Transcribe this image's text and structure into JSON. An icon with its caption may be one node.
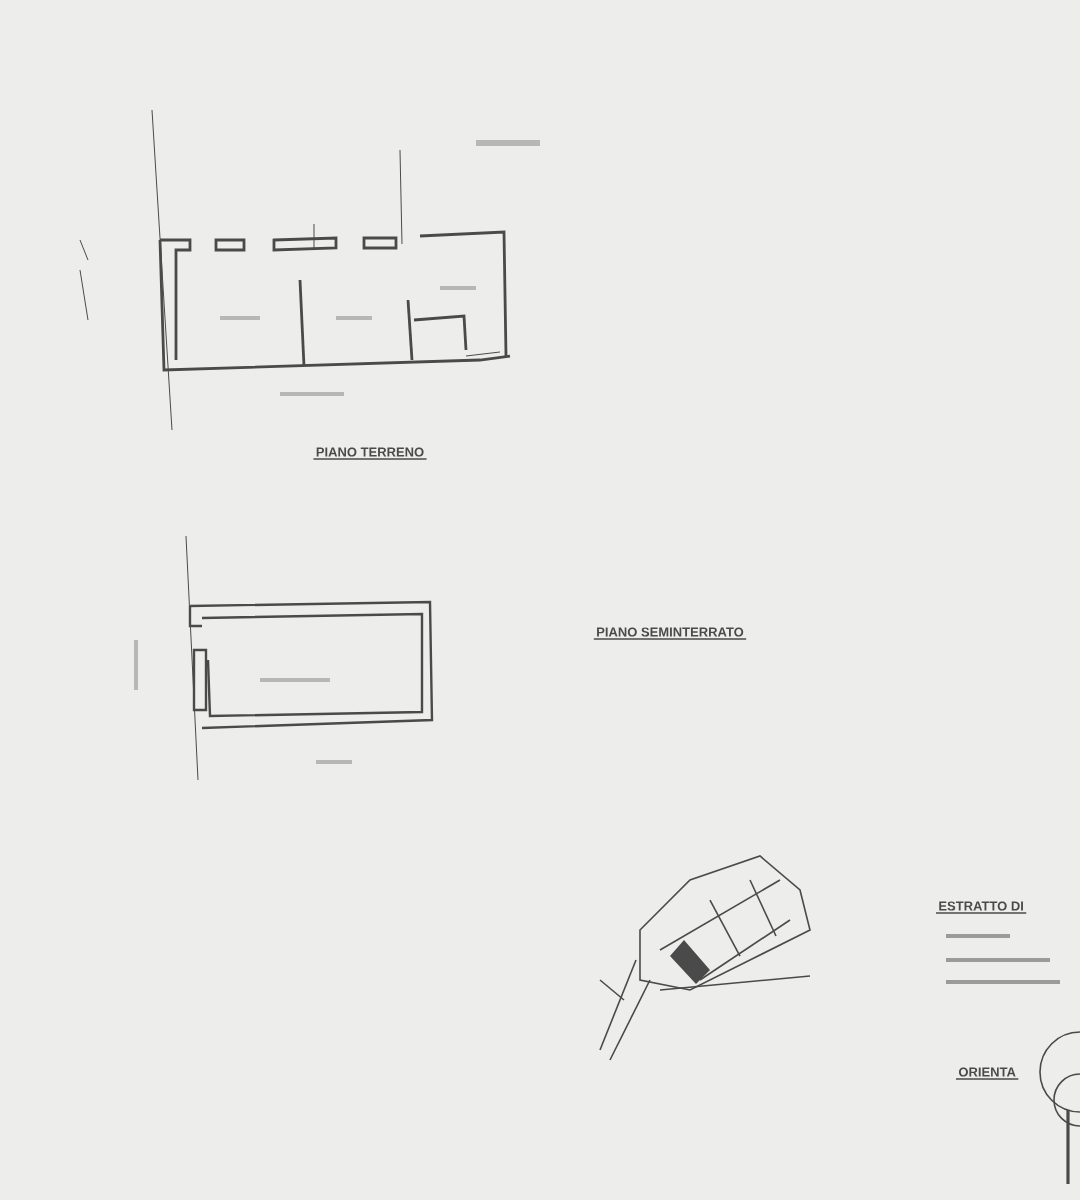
{
  "diagram": {
    "labels": [
      "PIANO TERRENO",
      "PIANO SEMINTERRATO",
      "ESTRATTO DI",
      "ORIENTA"
    ]
  }
}
